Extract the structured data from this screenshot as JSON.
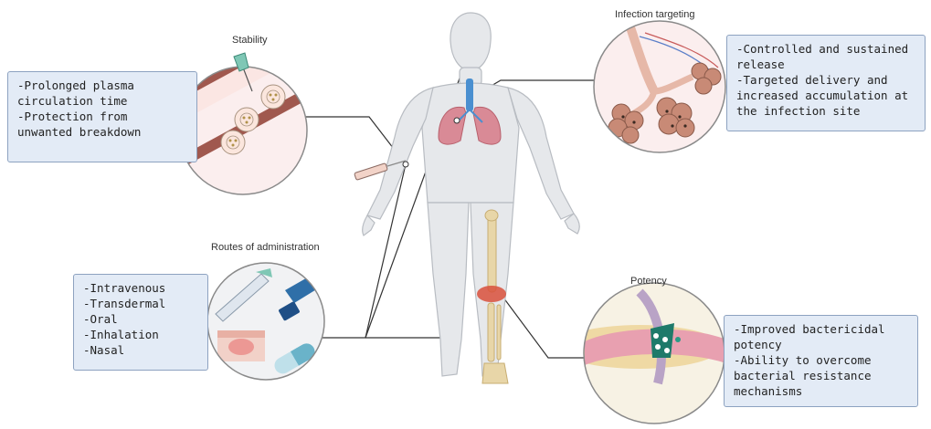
{
  "stability": {
    "title": "Stability",
    "points": [
      "-Prolonged plasma",
      "circulation time",
      "-Protection from",
      "unwanted breakdown"
    ]
  },
  "infection_targeting": {
    "title": "Infection targeting",
    "points": [
      "-Controlled and sustained",
      "release",
      "-Targeted delivery and",
      "increased accumulation at",
      "the infection site"
    ]
  },
  "routes": {
    "title": "Routes of administration",
    "points": [
      "-Intravenous",
      "-Transdermal",
      "-Oral",
      "-Inhalation",
      "-Nasal"
    ]
  },
  "potency": {
    "title": "Potency",
    "points": [
      "-Improved bactericidal",
      "potency",
      "-Ability to overcome",
      "bacterial resistance",
      "mechanisms"
    ]
  },
  "colors": {
    "box_fill": "#e3ebf6",
    "box_border": "#8da2c0",
    "body_fill": "#e6e8eb",
    "vessel_wall": "#a0584e",
    "lung": "#d98a96",
    "bone": "#e8d6a8",
    "joint_inflammation": "#d8503c",
    "inhaler": "#2f6fa8"
  }
}
